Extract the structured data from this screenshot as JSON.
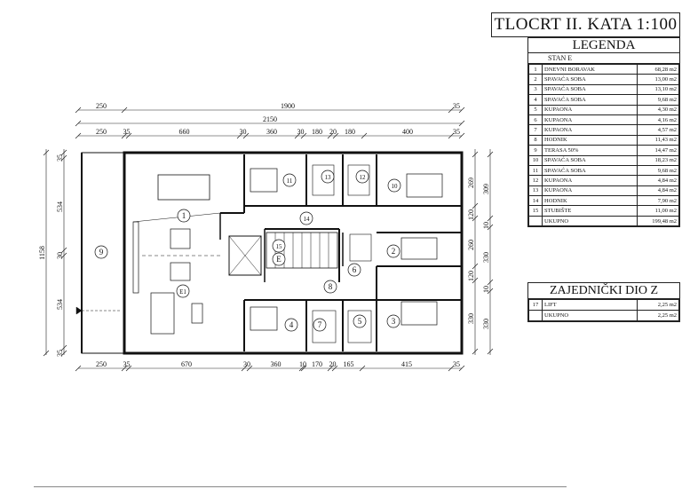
{
  "title": "TLOCRT II. KATA 1:100",
  "legend": {
    "heading": "LEGENDA",
    "subheading": "STAN E",
    "rows": [
      {
        "no": "1",
        "name": "DNEVNI BORAVAK",
        "area": "68,28 m2"
      },
      {
        "no": "2",
        "name": "SPAVAĆA SOBA",
        "area": "13,00 m2"
      },
      {
        "no": "3",
        "name": "SPAVAĆA SOBA",
        "area": "13,10 m2"
      },
      {
        "no": "4",
        "name": "SPAVAĆA SOBA",
        "area": "9,68 m2"
      },
      {
        "no": "5",
        "name": "KUPAONA",
        "area": "4,30 m2"
      },
      {
        "no": "6",
        "name": "KUPAONA",
        "area": "4,16 m2"
      },
      {
        "no": "7",
        "name": "KUPAONA",
        "area": "4,57 m2"
      },
      {
        "no": "8",
        "name": "HODNIK",
        "area": "11,43 m2"
      },
      {
        "no": "9",
        "name": "TERASA 50%",
        "area": "14,47 m2"
      },
      {
        "no": "10",
        "name": "SPAVAĆA SOBA",
        "area": "18,23 m2"
      },
      {
        "no": "11",
        "name": "SPAVAĆA SOBA",
        "area": "9,68 m2"
      },
      {
        "no": "12",
        "name": "KUPAONA",
        "area": "4,84 m2"
      },
      {
        "no": "13",
        "name": "KUPAONA",
        "area": "4,84 m2"
      },
      {
        "no": "14",
        "name": "HODNIK",
        "area": "7,90 m2"
      },
      {
        "no": "15",
        "name": "STUBIŠTE",
        "area": "11,00 m2"
      },
      {
        "no": "",
        "name": "UKUPNO",
        "area": "199,48 m2"
      }
    ]
  },
  "common": {
    "heading": "ZAJEDNIČKI DIO Z",
    "rows": [
      {
        "no": "17",
        "name": "LIFT",
        "area": "2,25 m2"
      },
      {
        "no": "",
        "name": "UKUPNO",
        "area": "2,25 m2"
      }
    ]
  },
  "dims": {
    "top1": [
      "250",
      "1900",
      "35"
    ],
    "top2": [
      "2150"
    ],
    "top3": [
      "250",
      "35",
      "660",
      "30",
      "360",
      "30",
      "180",
      "20",
      "180",
      "400",
      "35"
    ],
    "bottom": [
      "250",
      "35",
      "670",
      "30",
      "360",
      "10",
      "170",
      "20",
      "165",
      "415",
      "35"
    ],
    "left_outer": "1158",
    "left_inner": [
      "35",
      "534",
      "30",
      "534",
      "35"
    ],
    "right_a": [
      "269",
      "120",
      "260",
      "120",
      "330"
    ],
    "right_b": [
      "309",
      "10",
      "330",
      "10",
      "330"
    ]
  },
  "room_labels": [
    "1",
    "2",
    "3",
    "4",
    "5",
    "6",
    "7",
    "8",
    "9",
    "10",
    "11",
    "12",
    "13",
    "14",
    "15",
    "E",
    "E1"
  ]
}
